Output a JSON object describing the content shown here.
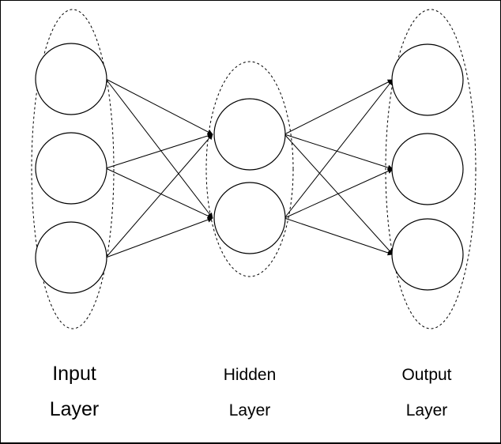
{
  "layers": [
    {
      "id": "input",
      "nodes": 3,
      "label_line1": "Input",
      "label_line2": "Layer"
    },
    {
      "id": "hidden",
      "nodes": 2,
      "label_line1": "Hidden",
      "label_line2": "Layer"
    },
    {
      "id": "output",
      "nodes": 3,
      "label_line1": "Output",
      "label_line2": "Layer"
    }
  ],
  "connections": "fully-connected",
  "colors": {
    "stroke": "#000000",
    "background": "#ffffff"
  }
}
